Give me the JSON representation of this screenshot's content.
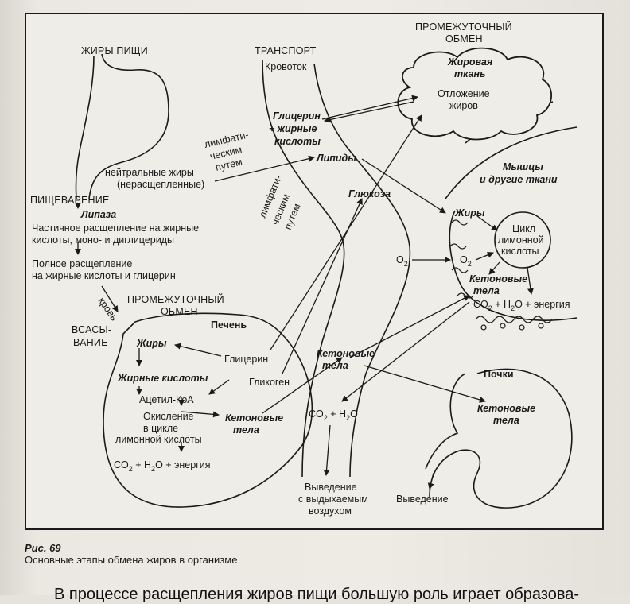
{
  "figure": {
    "number": "Рис. 69",
    "caption": "Основные этапы обмена жиров в организме"
  },
  "body_text": "В процессе расщепления жиров пищи большую роль играет образова-",
  "diagram": {
    "food_fats": "ЖИРЫ ПИЩИ",
    "transport": "ТРАНСПОРТ",
    "bloodstream": "Кровоток",
    "intermediate_top_1": "ПРОМЕЖУТОЧНЫЙ",
    "intermediate_top_2": "ОБМЕН",
    "adipose_1": "Жировая",
    "adipose_2": "ткань",
    "deposition_1": "Отложение",
    "deposition_2": "жиров",
    "glycerol_fa_1": "Глицерин",
    "glycerol_fa_2": "+ жирные",
    "glycerol_fa_3": "кислоты",
    "lymph_top_1": "лимфати-",
    "lymph_top_2": "ческим",
    "lymph_top_3": "путем",
    "lipids": "Липиды",
    "neutral_fats_1": "нейтральные жиры",
    "neutral_fats_2": "(нерасщепленные)",
    "muscles_1": "Мышцы",
    "muscles_2": "и другие ткани",
    "digestion": "ПИЩЕВАРЕНИЕ",
    "lipase": "Липаза",
    "partial_1": "Частичное расщепление на жирные",
    "partial_2": "кислоты, моно- и диглицериды",
    "lymph_mid_1": "лимфати-",
    "lymph_mid_2": "ческим",
    "lymph_mid_3": "путем",
    "glucose": "Глюкоза",
    "fats_muscle": "Жиры",
    "cycle_1": "Цикл",
    "cycle_2": "лимонной",
    "cycle_3": "кислоты",
    "o2_left": "O",
    "o2_right": "O",
    "o2_sub": "2",
    "full_1": "Полное расщепление",
    "full_2": "на жирные кислоты и глицерин",
    "blood": "кровь",
    "intermediate_mid_1": "ПРОМЕЖУТОЧНЫЙ",
    "intermediate_mid_2": "ОБМЕН",
    "ketone_muscle_1": "Кетоновые",
    "ketone_muscle_2": "тела",
    "co2_muscle_a": "CO",
    "co2_muscle_b": " + H",
    "co2_muscle_c": "O + энергия",
    "sub2": "2",
    "liver": "Печень",
    "absorption_1": "ВСАСЫ-",
    "absorption_2": "ВАНИЕ",
    "fats_liver": "Жиры",
    "glycerol_liver": "Глицерин",
    "ketone_center_1": "Кетоновые",
    "ketone_center_2": "тела",
    "fatty_acids": "Жирные кислоты",
    "glycogen": "Гликоген",
    "acetyl_coa": "Ацетил-КоА",
    "kidneys": "Почки",
    "oxidation_1": "Окисление",
    "oxidation_2": "в цикле",
    "oxidation_3": "лимонной кислоты",
    "ketone_liver_1": "Кетоновые",
    "ketone_liver_2": "тела",
    "co2_center_a": "CO",
    "co2_center_b": " + H",
    "co2_center_c": "O",
    "ketone_kidney_1": "Кетоновые",
    "ketone_kidney_2": "тела",
    "co2_liver_a": "CO",
    "co2_liver_b": " + H",
    "co2_liver_c": "O + энергия",
    "exhale_1": "Выведение",
    "exhale_2": "с выдыхаемым",
    "exhale_3": "воздухом",
    "excretion": "Выведение"
  }
}
